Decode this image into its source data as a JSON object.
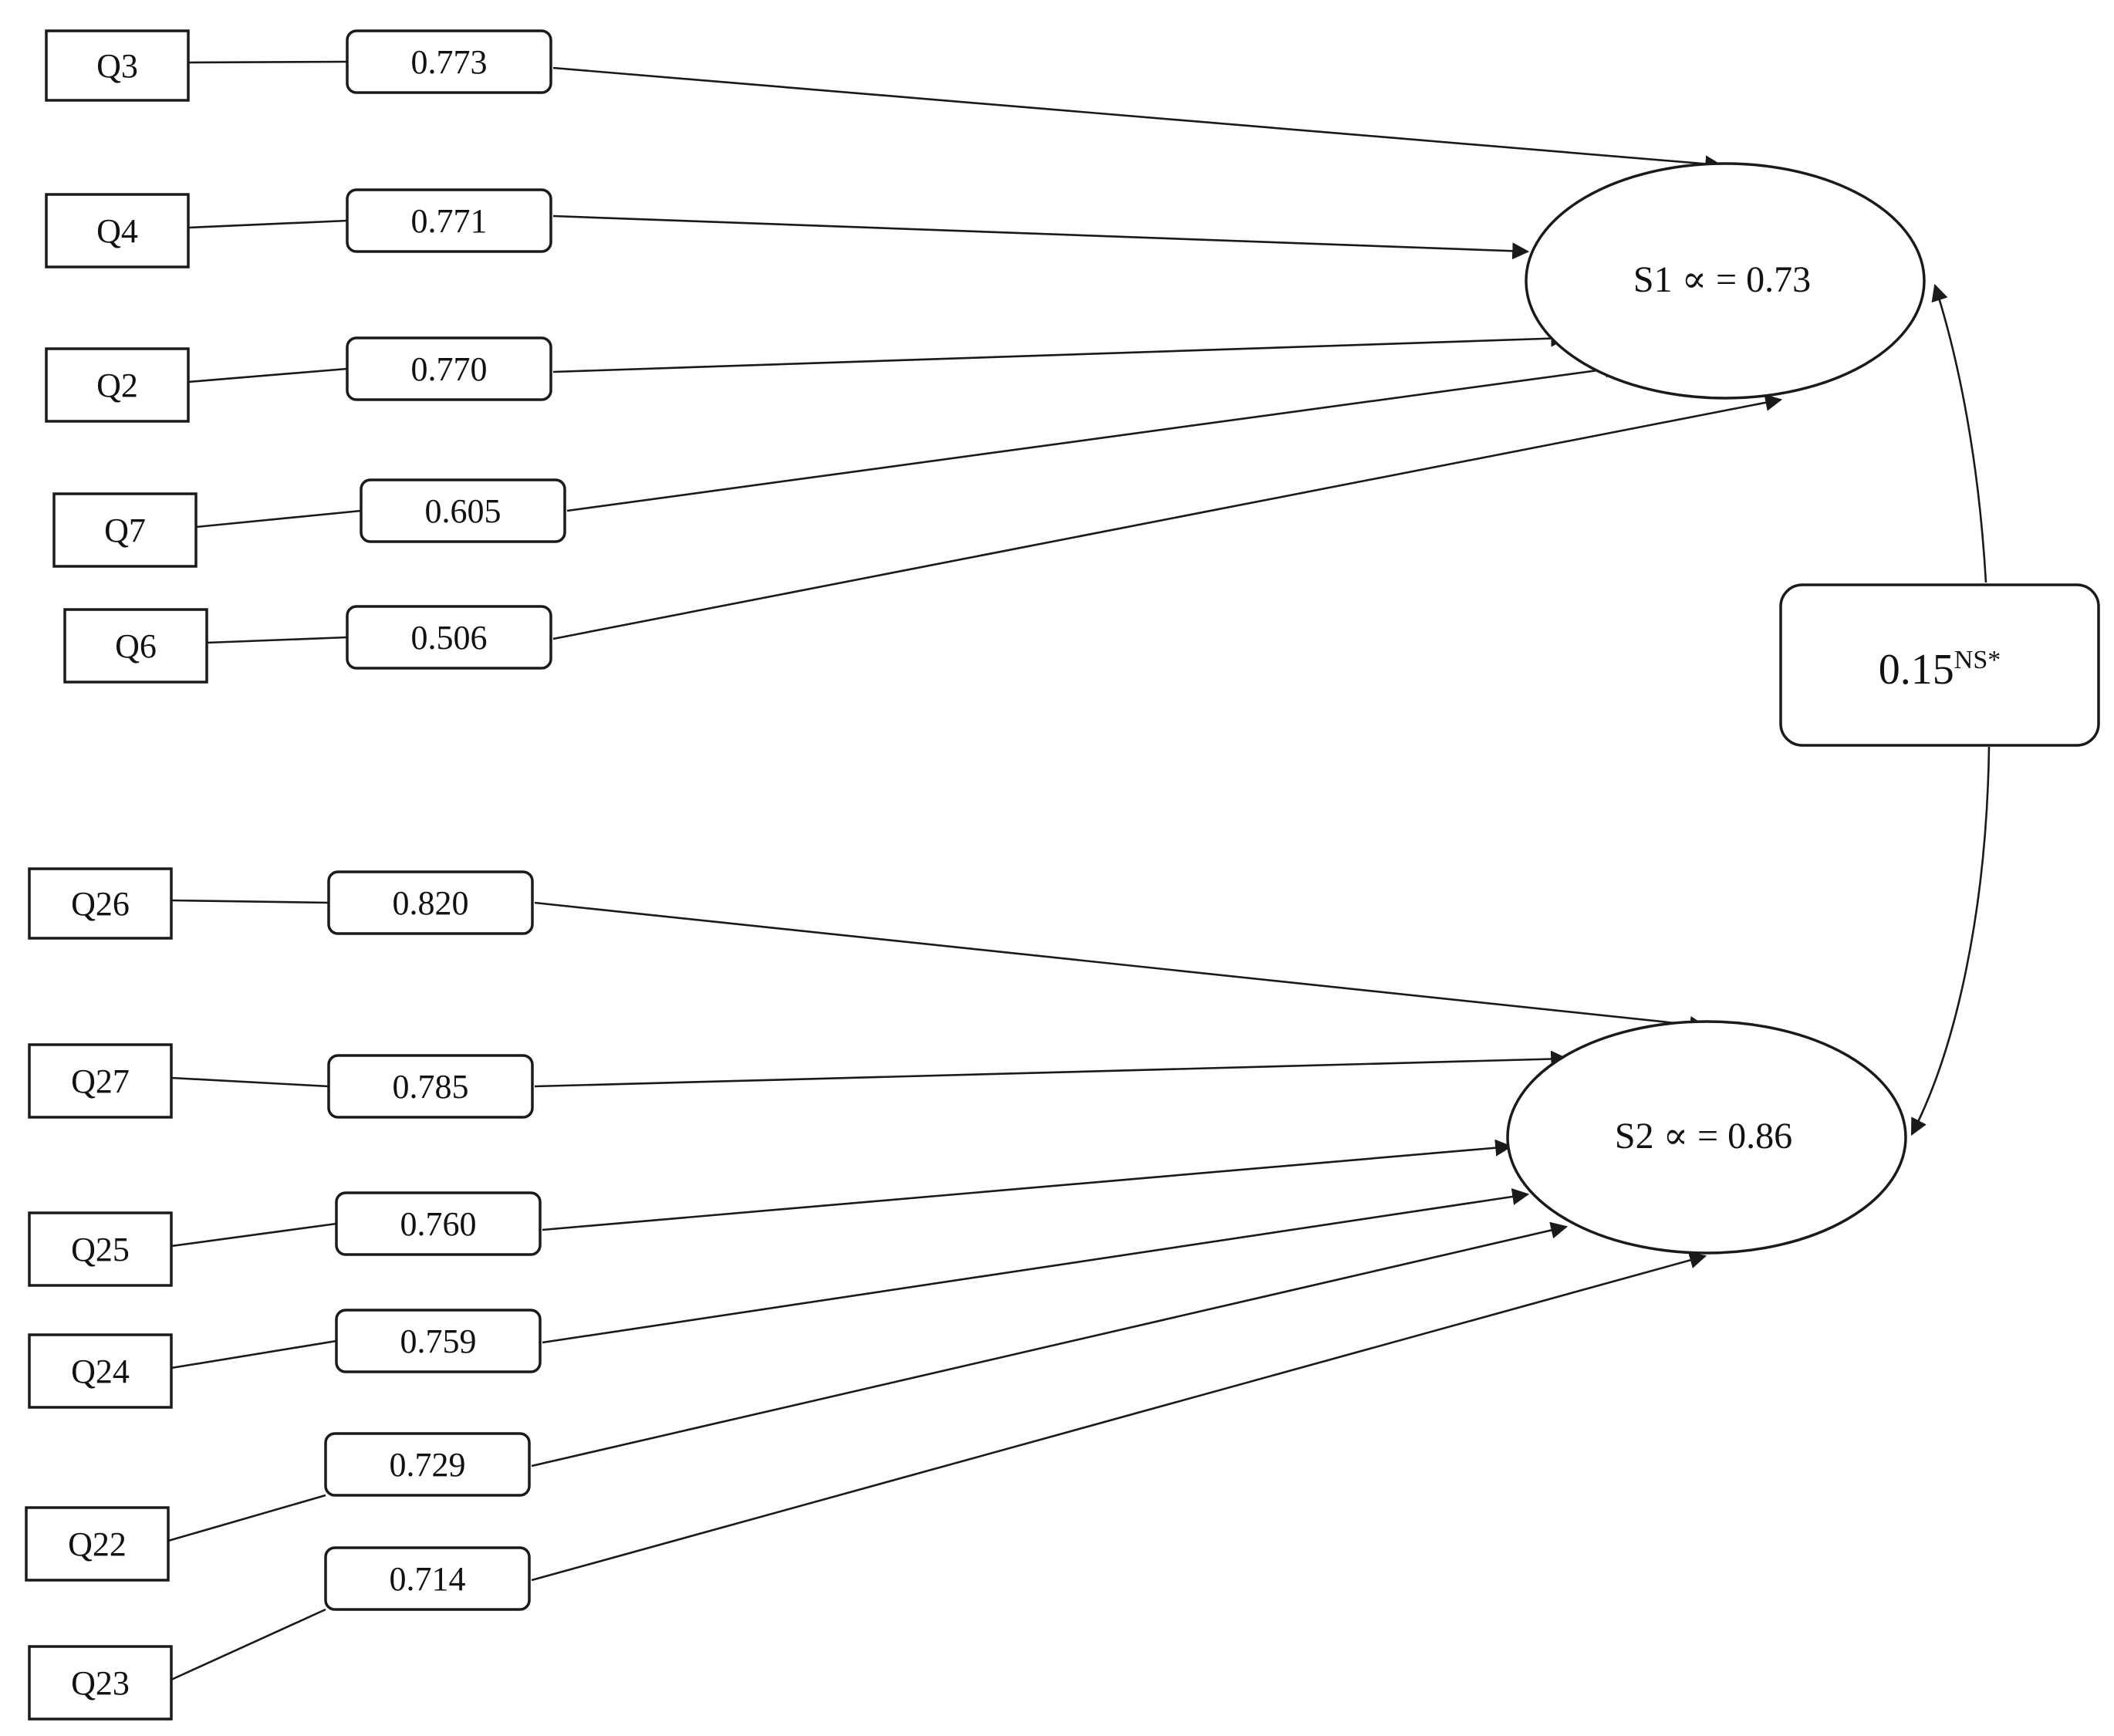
{
  "factors": [
    {
      "label": "S1 ∝ = 0.73"
    },
    {
      "label": "S2 ∝ = 0.86"
    }
  ],
  "correlation": {
    "value": "0.15",
    "superscript": "NS*"
  },
  "items": [
    {
      "item": "Q3",
      "loading": "0.773",
      "factor": 0
    },
    {
      "item": "Q4",
      "loading": "0.771",
      "factor": 0
    },
    {
      "item": "Q2",
      "loading": "0.770",
      "factor": 0
    },
    {
      "item": "Q7",
      "loading": "0.605",
      "factor": 0
    },
    {
      "item": "Q6",
      "loading": "0.506",
      "factor": 0
    },
    {
      "item": "Q26",
      "loading": "0.820",
      "factor": 1
    },
    {
      "item": "Q27",
      "loading": "0.785",
      "factor": 1
    },
    {
      "item": "Q25",
      "loading": "0.760",
      "factor": 1
    },
    {
      "item": "Q24",
      "loading": "0.759",
      "factor": 1
    },
    {
      "item": "Q22",
      "loading": "0.729",
      "factor": 1
    },
    {
      "item": "Q23",
      "loading": "0.714",
      "factor": 1
    }
  ]
}
